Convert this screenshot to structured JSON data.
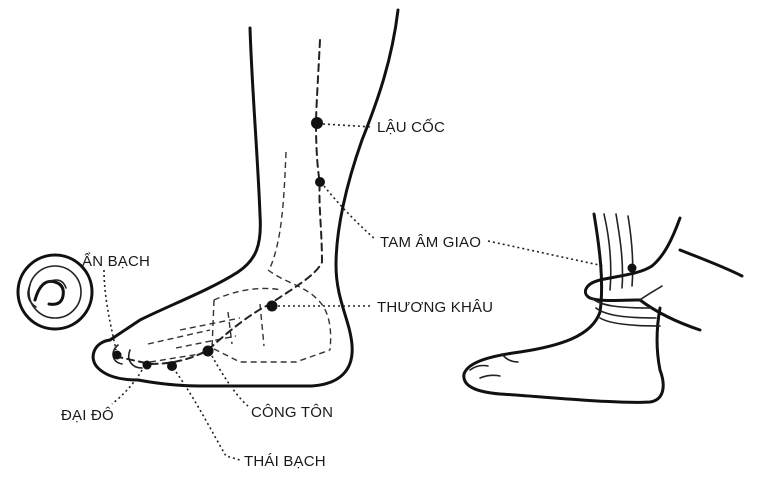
{
  "labels": {
    "lau_coc": "LẬU CỐC",
    "tam_am_giao": "TAM ÂM GIAO",
    "an_bach": "ẨN BẠCH",
    "thuong_khau": "THƯƠNG KHÂU",
    "dai_do": "ĐẠI ĐÔ",
    "cong_ton": "CÔNG TÔN",
    "thai_bach": "THÁI BẠCH"
  },
  "icons": {
    "acupoint": "acupoint-dot-icon",
    "emblem": "circular-emblem-icon"
  },
  "colors": {
    "ink": "#111111",
    "background": "#ffffff"
  }
}
